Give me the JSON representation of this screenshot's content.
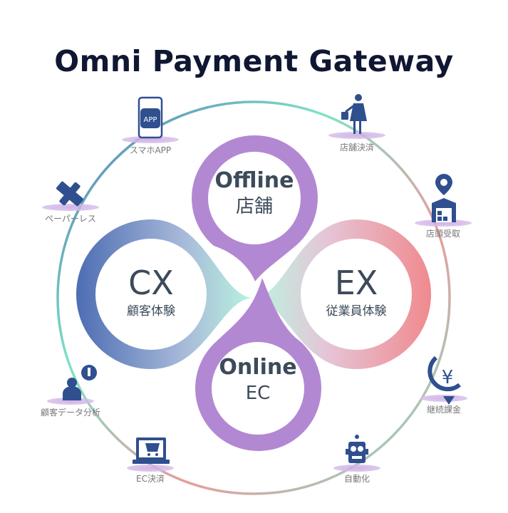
{
  "title": "Omni Payment Gateway",
  "colors": {
    "blue": "#4a6aad",
    "teal": "#7fe3c8",
    "pink": "#ef8d92",
    "purple": "#b08ad0",
    "icon": "#2f4f8f"
  },
  "center": {
    "cx": {
      "en": "CX",
      "ja": "顧客体験"
    },
    "ex": {
      "en": "EX",
      "ja": "従業員体験"
    },
    "offline": {
      "en": "Offline",
      "ja": "店舗"
    },
    "online": {
      "en": "Online",
      "ja": "EC"
    }
  },
  "features": [
    {
      "label": "スマホAPP",
      "icon": "smartphone-app-icon",
      "icon_text": "APP"
    },
    {
      "label": "店舗決済",
      "icon": "shopper-icon"
    },
    {
      "label": "ペーパーレス",
      "icon": "no-paper-icon"
    },
    {
      "label": "店頭受取",
      "icon": "store-pickup-icon"
    },
    {
      "label": "顧客データ分析",
      "icon": "customer-data-icon"
    },
    {
      "label": "継続課金",
      "icon": "recurring-billing-icon"
    },
    {
      "label": "EC決済",
      "icon": "ec-cart-icon"
    },
    {
      "label": "自動化",
      "icon": "robot-icon"
    }
  ]
}
